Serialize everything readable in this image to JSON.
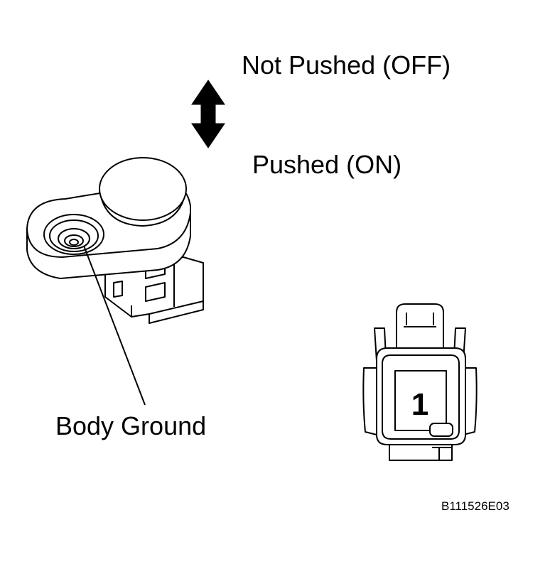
{
  "labels": {
    "not_pushed": "Not Pushed (OFF)",
    "pushed": "Pushed (ON)",
    "body_ground": "Body Ground",
    "figure_code": "B111526E03"
  },
  "connector": {
    "pin_number": "1"
  },
  "colors": {
    "line": "#000000",
    "background": "#ffffff"
  }
}
